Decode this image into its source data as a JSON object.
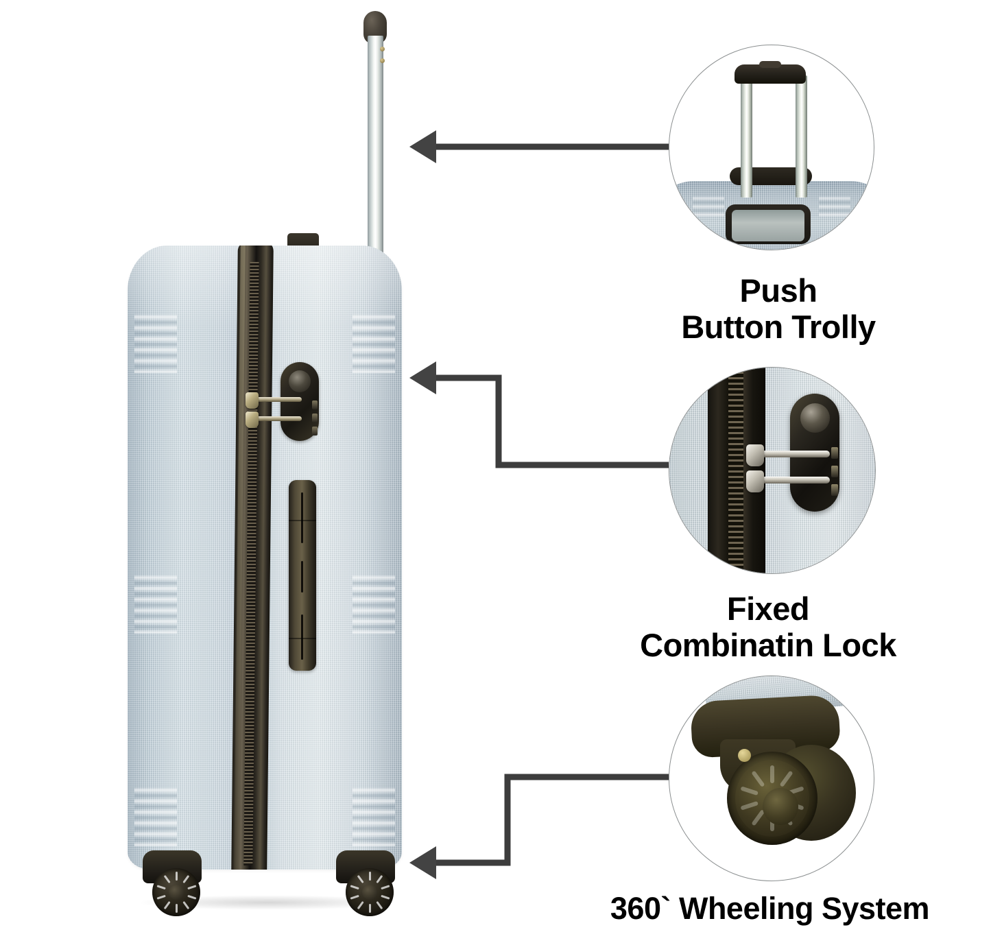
{
  "product": {
    "type": "hardshell-spinner-suitcase",
    "body_color_hex": "#c8d5dc",
    "accent_color_hex": "#221f18",
    "background_hex": "#ffffff"
  },
  "features": [
    {
      "id": "push-button-trolly",
      "label_lines": [
        "Push",
        "Button Trolly"
      ],
      "callout_icon": "telescoping-handle-icon",
      "arrow_style": "straight"
    },
    {
      "id": "fixed-combination-lock",
      "label_lines": [
        "Fixed",
        "Combinatin Lock"
      ],
      "callout_icon": "combination-lock-icon",
      "arrow_style": "elbow-up"
    },
    {
      "id": "360-wheeling-system",
      "label_lines": [
        "360` Wheeling System"
      ],
      "callout_icon": "spinner-wheel-icon",
      "arrow_style": "elbow-down"
    }
  ],
  "arrows": {
    "color_hex": "#3d3d3d",
    "count": 3
  },
  "callouts": {
    "border_color_hex": "#8b8f90",
    "count": 3
  }
}
